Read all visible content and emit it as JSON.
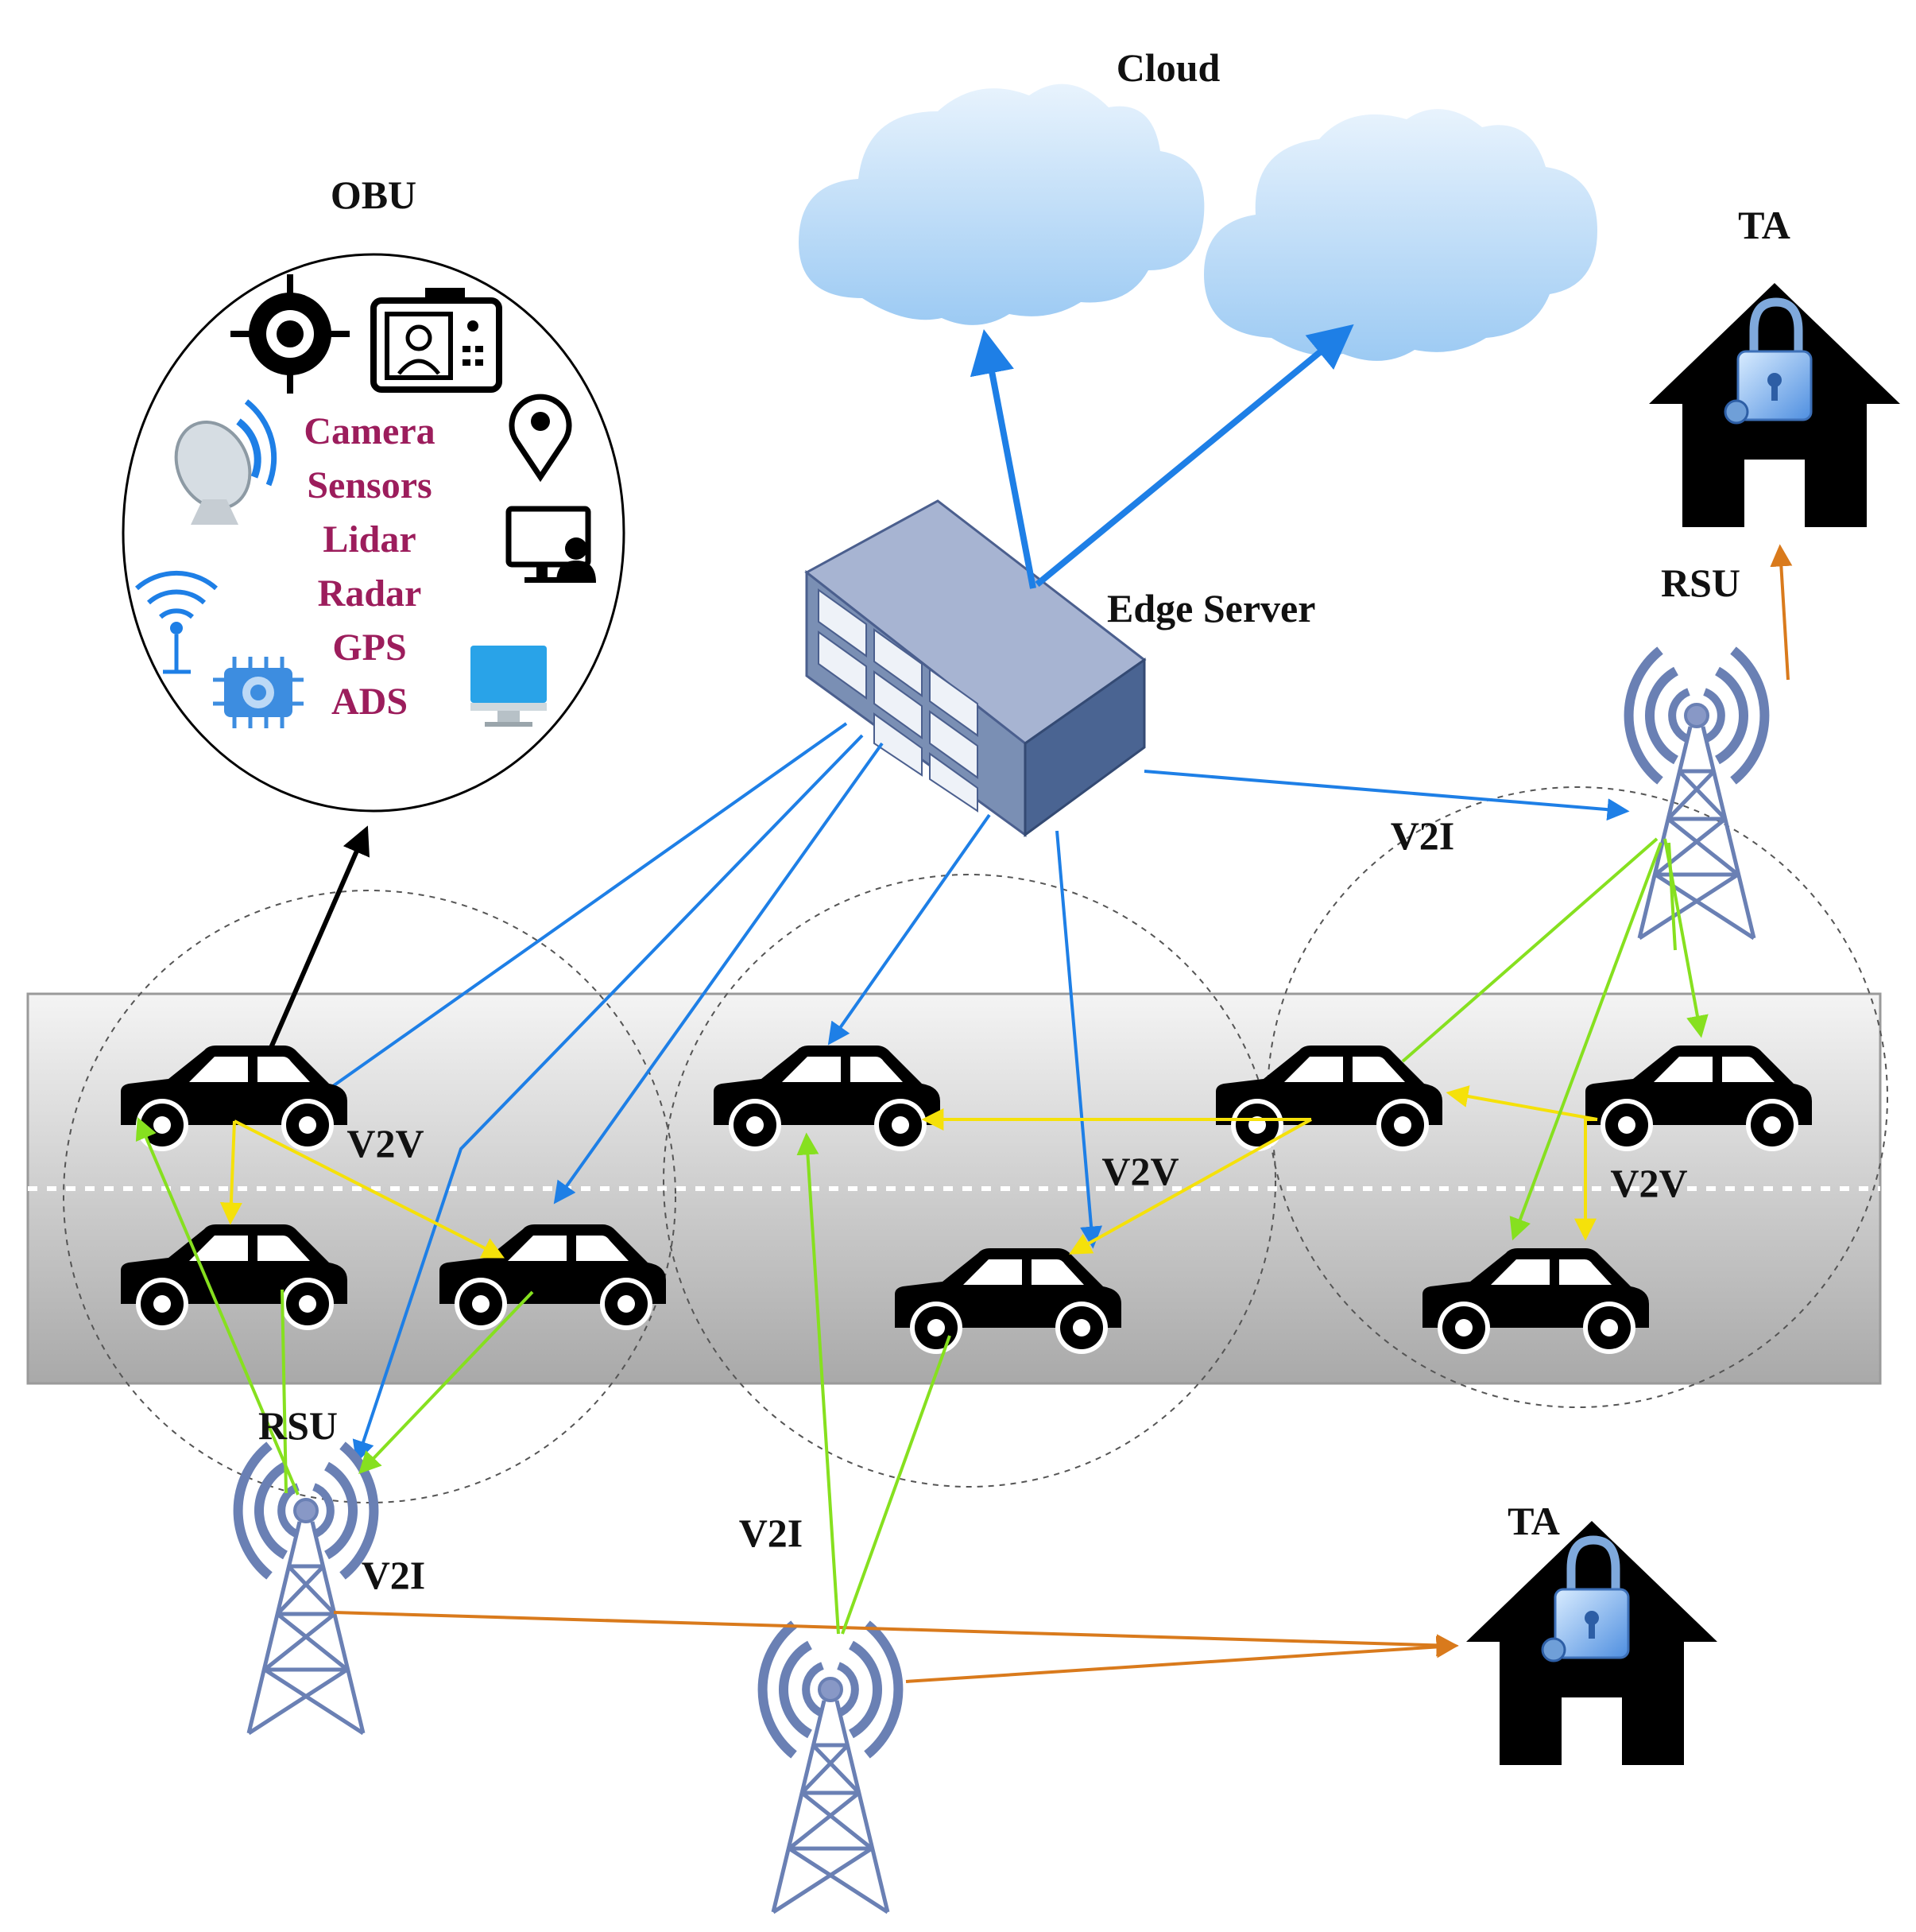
{
  "labels": {
    "cloud": "Cloud",
    "obu": "OBU",
    "ta_top": "TA",
    "ta_bottom": "TA",
    "edge_server": "Edge Server",
    "rsu_right": "RSU",
    "rsu_left": "RSU",
    "v2i_right": "V2I",
    "v2i_left": "V2I",
    "v2i_middle": "V2I",
    "v2v_left": "V2V",
    "v2v_middle": "V2V",
    "v2v_right": "V2V"
  },
  "obu_components": [
    "Camera",
    "Sensors",
    "Lidar",
    "Radar",
    "GPS",
    "ADS"
  ],
  "colors": {
    "edge_link": "#1e7fe6",
    "v2v_link": "#f5e10a",
    "v2i_link": "#86e01f",
    "ta_link": "#d97a1c",
    "obu_link": "#000000",
    "obu_text": "#9c1d5c",
    "cloud_fill": "#bfdcf7",
    "server_front": "#7a8fb4",
    "tower": "#6a80b4"
  },
  "icons": [
    "crosshair-icon",
    "id-camera-icon",
    "satellite-dish-icon",
    "location-pin-icon",
    "monitor-user-icon",
    "wifi-antenna-icon",
    "chip-camera-icon",
    "desktop-icon",
    "cloud-icon",
    "edge-server-icon",
    "rsu-tower-icon",
    "ta-house-lock-icon",
    "car-icon"
  ]
}
